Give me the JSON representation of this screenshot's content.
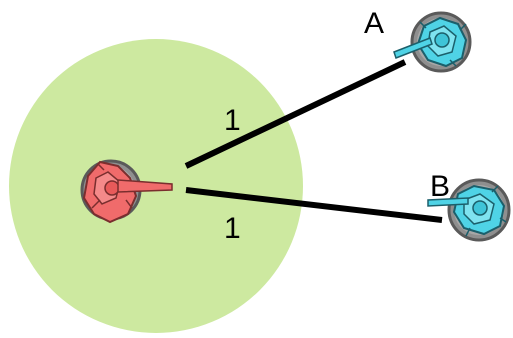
{
  "labels": {
    "a": "A",
    "b": "B",
    "range_upper": "1",
    "range_lower": "1"
  },
  "colors": {
    "range_zone": "#cde9a0",
    "line": "#000000",
    "base_fill": "#8f8f8f",
    "base_rim": "#5a5a5a",
    "red_figure": "#f06b6b",
    "red_figure_outline": "#7a2e2e",
    "blue_figure": "#4fd3e6",
    "blue_figure_outline": "#1b5f6b"
  },
  "figures": {
    "left": "red-miniature-icon",
    "target_a": "blue-miniature-icon",
    "target_b": "blue-miniature-icon"
  }
}
